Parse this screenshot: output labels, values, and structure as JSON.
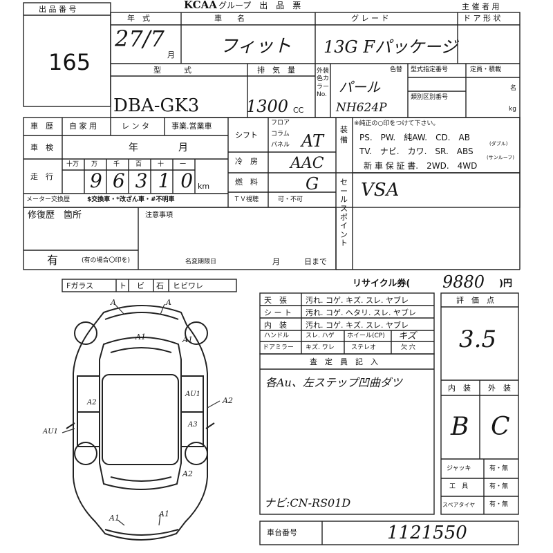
{
  "header": {
    "logo": "KCAA",
    "title": "グループ　出　品　票",
    "organizer": "主 催 者 用"
  },
  "lot": {
    "label": "出 品 番 号",
    "number": "165"
  },
  "row1": {
    "year_label": "年　式",
    "car_name_label": "車　　名",
    "grade_label": "グ レ ー ド",
    "doors_label": "ド ア 形 状",
    "year_value": "27/7",
    "month_suffix": "月",
    "car_name_value": "フィット",
    "grade_value": "13G Fパッケージ"
  },
  "row2": {
    "model_label": "型　　　式",
    "displacement_label": "排　気　量",
    "exterior_color_label": "外装色カラーNo.",
    "color_change_label": "色替",
    "model_designation_label": "型式指定番号",
    "category_label": "類別区別番号",
    "capacity_label": "定員・積載",
    "capacity_unit": "名",
    "load_unit": "kg",
    "model_value": "DBA-GK3",
    "displacement_value": "1300",
    "cc_unit": "CC",
    "color_value": "パール",
    "color_code": "NH624P"
  },
  "history": {
    "label": "車　歴",
    "private": "自 家 用",
    "rental": "レ ン タ",
    "business": "事業.営業車",
    "inspection_label": "車　検",
    "year_unit": "年",
    "month_unit": "月",
    "mileage_label": "走　行",
    "digit_headers": [
      "十万",
      "万",
      "千",
      "百",
      "十",
      "一"
    ],
    "mileage_value": "96310",
    "km_unit": "km",
    "meter_label": "メーター交換歴",
    "meter_options": "$交換車・*改ざん車・#不明車"
  },
  "specs": {
    "shift_label": "シフト",
    "shift_options": [
      "フロア",
      "コラム",
      "パネル"
    ],
    "shift_value": "AT",
    "ac_label": "冷　房",
    "ac_value": "AAC",
    "fuel_label": "燃　料",
    "fuel_value": "G",
    "tv_label": "ＴＶ視聴",
    "tv_options": "可・不可"
  },
  "equipment": {
    "label": "装備",
    "note": "※純正の○印をつけて下さい。",
    "line1": "PS.　PW.　純AW.　CD.　AB",
    "line2": "TV.　ナビ.　カワ.　SR.　ABS",
    "line3": "新 車 保 証 書.　2WD.　4WD",
    "double_label": "(ダブル)",
    "sunroof_label": "(サンルーフ)"
  },
  "sales_point": {
    "label": "セールスポイント",
    "value": "VSA"
  },
  "repair": {
    "label": "修復歴　箇所",
    "notes_label": "注意事項",
    "value": "有",
    "circle_note": "(有の場合〇印を)",
    "title_change_label": "名変期限日",
    "month_unit": "月",
    "day_unit": "日まで"
  },
  "glass_legend": [
    "Fガラス",
    "ト",
    "ビ",
    "石",
    "ヒビワレ"
  ],
  "recycle": {
    "label": "リサイクル券(",
    "value": "9880",
    "suffix": ")円"
  },
  "condition": {
    "rows": [
      {
        "label": "天　張",
        "text": "汚れ. コゲ. キズ. スレ. ヤブレ"
      },
      {
        "label": "シ ー ト",
        "text": "汚れ. コゲ. ヘタリ. スレ. ヤブレ"
      },
      {
        "label": "内　装",
        "text": "汚れ. コゲ. キズ. スレ. ヤブレ"
      },
      {
        "label": "ハンドル",
        "text": "スレ. ハゲ"
      },
      {
        "label": "ドアミラー",
        "text": "キズ. ワレ"
      }
    ],
    "wheel_label": "ホイール(CP)",
    "wheel_value": "キズ",
    "stereo_label": "ステレオ",
    "stereo_value": "欠 穴"
  },
  "inspector": {
    "label": "査　定　員　記　入",
    "note1": "各Au、左ステップ凹曲ダツ",
    "note2": "ナビ:CN-RS01D"
  },
  "evaluation": {
    "label": "評　価　点",
    "score": "3.5",
    "interior_label": "内　装",
    "exterior_label": "外　装",
    "interior_value": "B",
    "exterior_value": "C"
  },
  "tools": [
    {
      "label": "ジャッキ",
      "value": "有・無"
    },
    {
      "label": "工　具",
      "value": "有・無"
    },
    {
      "label": "スペアタイヤ",
      "value": "有・無"
    }
  ],
  "chassis": {
    "label": "車台番号",
    "value": "1121550"
  },
  "diagram_marks": [
    "A",
    "A1",
    "A1",
    "A",
    "A2",
    "AU1",
    "A2",
    "A3",
    "AU1",
    "A2",
    "A1",
    "A1"
  ]
}
